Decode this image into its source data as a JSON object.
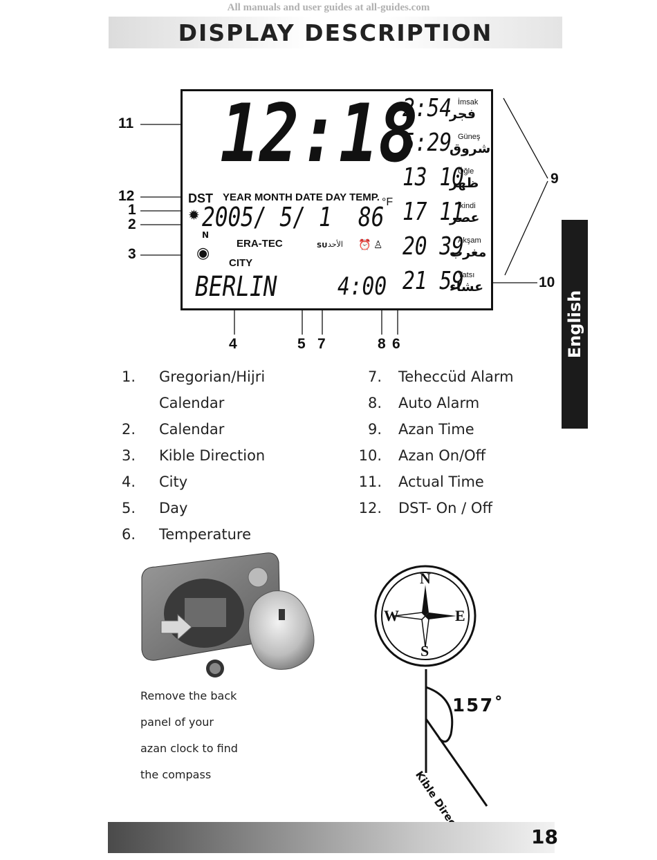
{
  "watermark": "All manuals and user guides at all-guides.com",
  "title": "DISPLAY DESCRIPTION",
  "lcd": {
    "time": "12:18",
    "dst": "DST",
    "headers": "YEAR MONTH DATE  DAY  TEMP.",
    "date": "2005/ 5/  1",
    "temp": "86",
    "temp_unit": "°F",
    "compass_n": "N",
    "brand": "ERA-TEC",
    "city_label": "CITY",
    "city": "BERLIN",
    "day": "SU",
    "day_ar": "الأحد",
    "alarm_time": "4:00",
    "prayers": [
      {
        "time": "2:54",
        "name": "İmsak",
        "name_ar": "فجر"
      },
      {
        "time": "5:29",
        "name": "Güneş",
        "name_ar": "شروق"
      },
      {
        "time": "13 10",
        "name": "Öğle",
        "name_ar": "ظهر"
      },
      {
        "time": "17 11",
        "name": "İkindi",
        "name_ar": "عصر"
      },
      {
        "time": "20 39",
        "name": "Akşam",
        "name_ar": "مغرب"
      },
      {
        "time": "21 59",
        "name": "Yatsı",
        "name_ar": "عشاء"
      }
    ]
  },
  "callouts": {
    "c1": "1",
    "c2": "2",
    "c3": "3",
    "c4": "4",
    "c5": "5",
    "c6": "6",
    "c7": "7",
    "c8": "8",
    "c9": "9",
    "c10": "10",
    "c11": "11",
    "c12": "12"
  },
  "legend": {
    "left": [
      {
        "num": "1.",
        "label": "Gregorian/Hijri",
        "label2": "Calendar"
      },
      {
        "num": "2.",
        "label": "Calendar"
      },
      {
        "num": "3.",
        "label": "Kible Direction"
      },
      {
        "num": "4.",
        "label": "City"
      },
      {
        "num": "5.",
        "label": "Day"
      },
      {
        "num": "6.",
        "label": "Temperature"
      }
    ],
    "right": [
      {
        "num": "7.",
        "label": "Teheccüd Alarm"
      },
      {
        "num": "8.",
        "label": "Auto Alarm"
      },
      {
        "num": "9.",
        "label": "Azan Time"
      },
      {
        "num": "10.",
        "label": "Azan  On/Off"
      },
      {
        "num": "11.",
        "label": "Actual Time"
      },
      {
        "num": "12.",
        "label": "DST- On / Off"
      }
    ]
  },
  "side_tab": "English",
  "caption": [
    "Remove the back",
    "panel of your",
    "azan clock to find",
    "the compass"
  ],
  "compass": {
    "n": "N",
    "s": "S",
    "e": "E",
    "w": "W",
    "angle": "157˚",
    "direction_label": "Kible Direction"
  },
  "page_number": "18"
}
